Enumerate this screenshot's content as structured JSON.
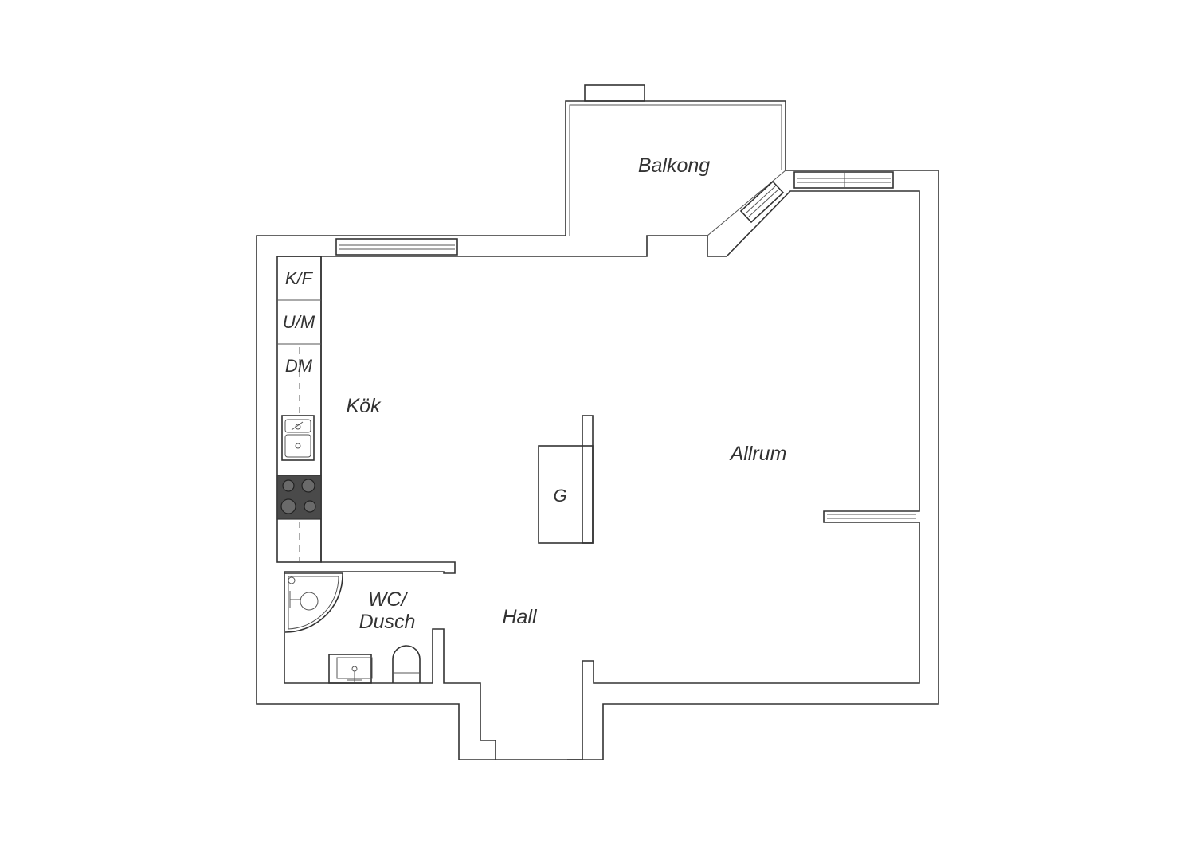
{
  "floorplan": {
    "rooms": {
      "balkong": "Balkong",
      "kok": "Kök",
      "allrum": "Allrum",
      "hall": "Hall",
      "wc_line1": "WC/",
      "wc_line2": "Dusch"
    },
    "fixtures": {
      "kf": "K/F",
      "um": "U/M",
      "dm": "DM",
      "island": "G"
    },
    "colors": {
      "line": "#333333",
      "stove": "#4a4a4a"
    }
  }
}
